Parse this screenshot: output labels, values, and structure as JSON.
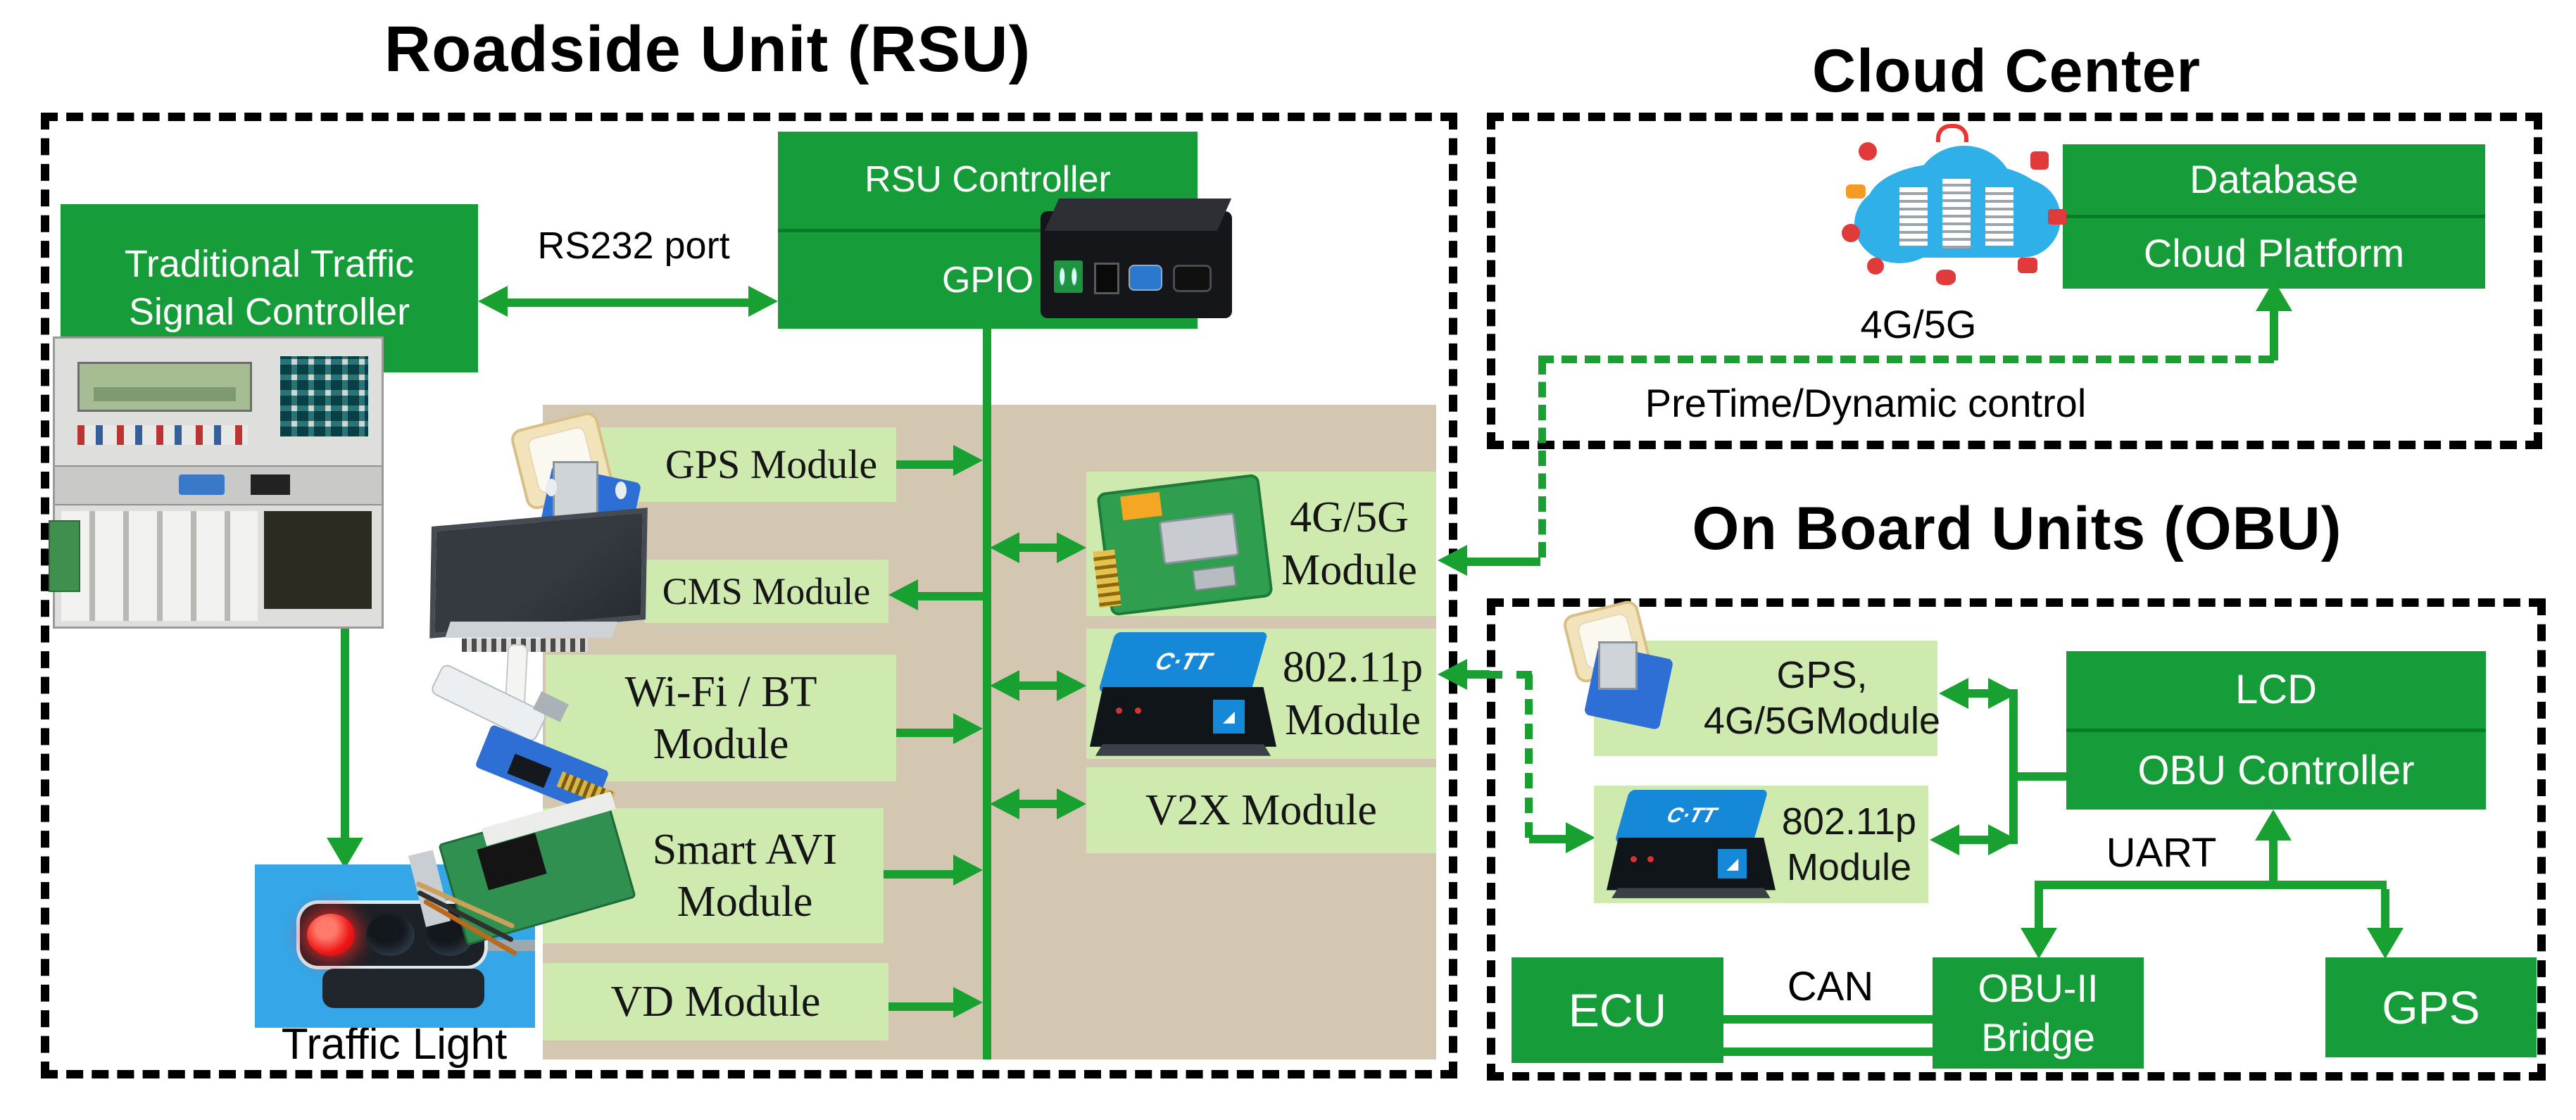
{
  "titles": {
    "rsu": "Roadside Unit (RSU)",
    "cloud": "Cloud Center",
    "obu": "On Board Units (OBU)"
  },
  "rsu": {
    "traditional_controller": {
      "line1": "Traditional Traffic",
      "line2": "Signal Controller"
    },
    "rs232_label": "RS232 port",
    "controller": {
      "top": "RSU Controller",
      "bottom": "GPIO"
    },
    "traffic_light_caption": "Traffic Light",
    "left_modules": [
      {
        "label": "GPS Module"
      },
      {
        "label": "CMS Module"
      },
      {
        "line1": "Wi-Fi / BT",
        "line2": "Module"
      },
      {
        "line1": "Smart AVI",
        "line2": "Module"
      },
      {
        "label": "VD Module"
      }
    ],
    "right_modules": [
      {
        "line1": "4G/5G",
        "line2": "Module"
      },
      {
        "line1": "802.11p",
        "line2": "Module"
      },
      {
        "label": "V2X Module"
      }
    ]
  },
  "cloud": {
    "database": "Database",
    "platform": "Cloud Platform",
    "link_label": "4G/5G",
    "control_label": "PreTime/Dynamic control"
  },
  "obu": {
    "gps4g_module": {
      "line1": "GPS,",
      "line2": "4G/5GModule"
    },
    "p80211_module": {
      "line1": "802.11p",
      "line2": "Module"
    },
    "lcd": "LCD",
    "controller": "OBU Controller",
    "uart": "UART",
    "can": "CAN",
    "ecu": "ECU",
    "bridge": {
      "line1": "OBU-II",
      "line2": "Bridge"
    },
    "gps": "GPS"
  },
  "devices": {
    "ctt_logo": "C·TT"
  },
  "colors": {
    "box_green": "#169c38",
    "module_light_green": "#cfeaaf",
    "bus_panel_tan": "#d3c7b1",
    "arrow_green": "#18a030",
    "sky_blue": "#35a7e8"
  }
}
